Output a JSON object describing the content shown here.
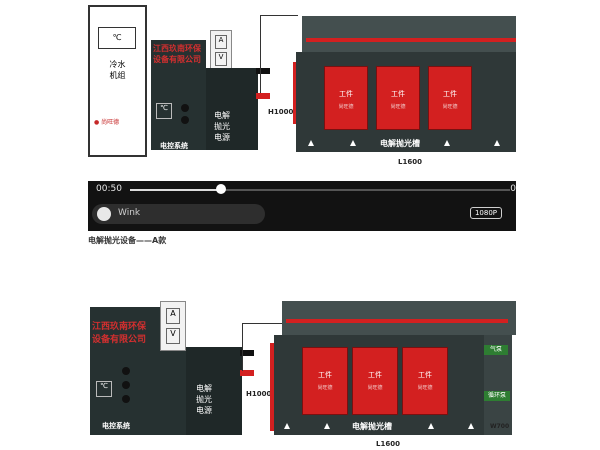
{
  "top_diagram": {
    "chiller_temp": "℃",
    "chiller_label_1": "冷水",
    "chiller_label_2": "机组",
    "company_line1": "江西玖南环保",
    "company_line2": "设备有限公司",
    "switch_a": "A",
    "switch_v": "V",
    "temp_symbol": "℃",
    "power_label": [
      "电",
      "解",
      "抛",
      "光",
      "电",
      "源"
    ],
    "control_label": "电控系统",
    "height_label": "H1000",
    "tank_label": "电解抛光槽",
    "length_label": "L1600",
    "workpieces": [
      "工件",
      "工件",
      "工件"
    ]
  },
  "player": {
    "time": "00:50",
    "time_right": "0",
    "progress": 0.24,
    "track_name": "Wink",
    "resolution": "1080P"
  },
  "caption": "电解抛光设备——A款",
  "bottom_diagram": {
    "company_line1": "江西玖南环保",
    "company_line2": "设备有限公司",
    "switch_a": "A",
    "switch_v": "V",
    "temp_symbol": "℃",
    "power_label": [
      "电",
      "解",
      "抛",
      "光",
      "电",
      "源"
    ],
    "control_label": "电控系统",
    "height_label": "H1000",
    "tank_label": "电解抛光槽",
    "length_label": "L1600",
    "width_label": "W700",
    "workpieces": [
      "工件",
      "工件",
      "工件"
    ],
    "side_label_1": "气泵",
    "side_label_2": "循环泵"
  },
  "colors": {
    "tank": "#2f3838",
    "workpiece": "#d32020",
    "pipe": "#d32020",
    "player_bg": "#121212"
  }
}
